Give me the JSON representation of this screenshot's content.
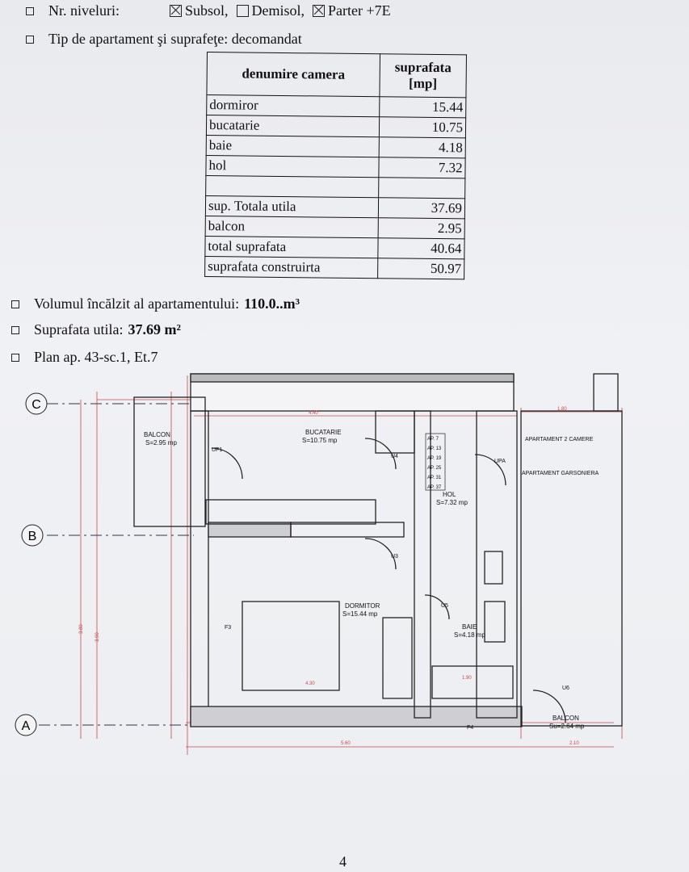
{
  "header": {
    "levels_label": "Nr. niveluri:",
    "levels_options": [
      {
        "label": "Subsol,",
        "checked": true
      },
      {
        "label": "Demisol,",
        "checked": false
      },
      {
        "label": "Parter +7E",
        "checked": true
      }
    ],
    "apartment_type": "Tip de apartament şi suprafeţe: decomandat"
  },
  "room_table": {
    "header_name": "denumire camera",
    "header_area": "suprafata [mp]",
    "rows": [
      {
        "name": "dormiror",
        "area": "15.44"
      },
      {
        "name": "bucatarie",
        "area": "10.75"
      },
      {
        "name": "baie",
        "area": "4.18"
      },
      {
        "name": "hol",
        "area": "7.32"
      },
      {
        "name": "",
        "area": ""
      },
      {
        "name": "sup.  Totala utila",
        "area": "37.69"
      },
      {
        "name": "balcon",
        "area": "2.95"
      },
      {
        "name": "total suprafata",
        "area": "40.64"
      },
      {
        "name": "suprafata construirta",
        "area": "50.97"
      }
    ]
  },
  "info": {
    "volume_label": "Volumul încălzit al apartamentului:",
    "volume_value": "110.0..m³",
    "usable_label": "Suprafata utila:",
    "usable_value": "37.69 m²",
    "plan_label": "Plan ap. 43-sc.1, Et.7"
  },
  "plan": {
    "axes": [
      "C",
      "B",
      "A"
    ],
    "rooms": [
      {
        "name": "BALCON",
        "area": "S=2.95 mp"
      },
      {
        "name": "BUCATARIE",
        "area": "S=10.75 mp"
      },
      {
        "name": "HOL",
        "area": "S=7.32 mp"
      },
      {
        "name": "DORMITOR",
        "area": "S=15.44 mp"
      },
      {
        "name": "BAIE",
        "area": "S=4.18 mp"
      },
      {
        "name": "BALCON",
        "area": "Su=2.64 mp"
      }
    ],
    "notes": [
      "APARTAMENT 2 CAMERE",
      "APARTAMENT GARSONIERA"
    ],
    "door_tags": [
      "UF1",
      "U4",
      "U3",
      "U5",
      "U6",
      "UPA",
      "F3",
      "F4"
    ],
    "apt_tags": [
      "AP. 7",
      "AP. 13",
      "AP. 19",
      "AP. 25",
      "AP. 31",
      "AP. 37"
    ],
    "dims": [
      "4.40",
      "5.60",
      "2.10",
      "1.80",
      "4.30",
      "1.90",
      "3.80",
      "3.90"
    ]
  },
  "page_number": "4"
}
